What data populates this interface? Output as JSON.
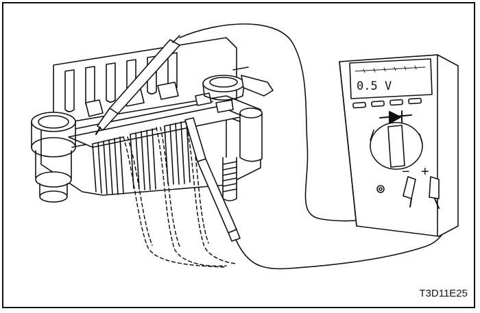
{
  "figure": {
    "code": "T3D11E25"
  },
  "multimeter": {
    "reading": "0.5 V",
    "mode_symbol": "diode-test-symbol",
    "terminal_negative": "−",
    "terminal_positive": "+"
  },
  "colors": {
    "line": "#111111",
    "background": "#ffffff"
  }
}
